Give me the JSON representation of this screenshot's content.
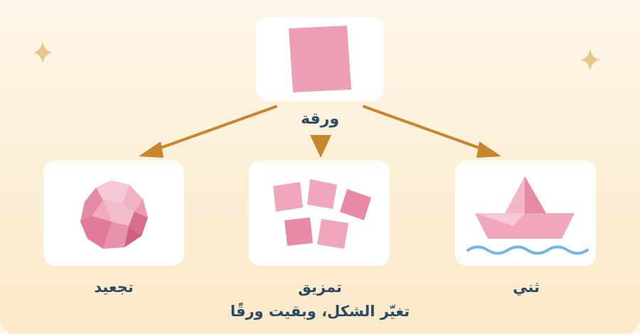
{
  "diagram": {
    "source_label": "ورقة",
    "results": [
      {
        "id": "crumple",
        "label": "تجعيد"
      },
      {
        "id": "tear",
        "label": "تمزيق"
      },
      {
        "id": "fold",
        "label": "ثني"
      }
    ],
    "caption": "تغيّر الشكل، وبقيت ورقًا"
  },
  "colors": {
    "paper": "#ee9fb4",
    "arrow": "#c8862c",
    "text": "#2c4a66",
    "star": "#e6c98a",
    "water": "#6fb7e3"
  }
}
